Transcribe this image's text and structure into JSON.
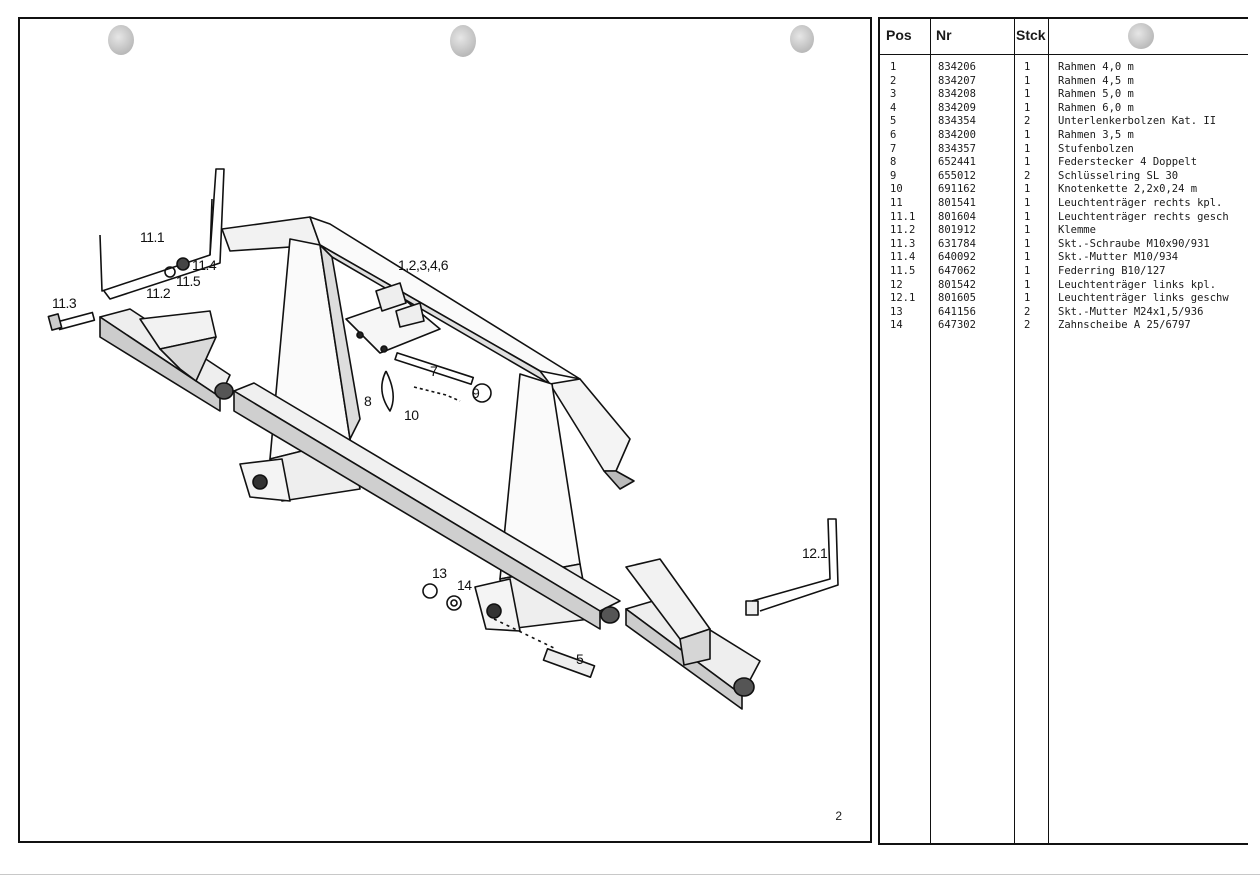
{
  "drawing": {
    "callouts": {
      "c1": "11.1",
      "c2": "11.4",
      "c3": "11.5",
      "c4": "11.2",
      "c5": "11.3",
      "c6": "1,2,3,4,6",
      "c7": "7",
      "c8": "9",
      "c9": "8",
      "c10": "10",
      "c11": "13",
      "c12": "14",
      "c13": "5",
      "c14": "12.1"
    },
    "page_number": "2"
  },
  "table": {
    "headers": {
      "pos": "Pos",
      "nr": "Nr",
      "stck": "Stck"
    },
    "rows": [
      {
        "pos": "1",
        "nr": "834206",
        "stck": "1",
        "desc": "Rahmen 4,0 m"
      },
      {
        "pos": "2",
        "nr": "834207",
        "stck": "1",
        "desc": "Rahmen 4,5 m"
      },
      {
        "pos": "3",
        "nr": "834208",
        "stck": "1",
        "desc": "Rahmen 5,0 m"
      },
      {
        "pos": "4",
        "nr": "834209",
        "stck": "1",
        "desc": "Rahmen 6,0 m"
      },
      {
        "pos": "5",
        "nr": "834354",
        "stck": "2",
        "desc": "Unterlenkerbolzen Kat. II"
      },
      {
        "pos": "6",
        "nr": "834200",
        "stck": "1",
        "desc": "Rahmen 3,5 m"
      },
      {
        "pos": "7",
        "nr": "834357",
        "stck": "1",
        "desc": "Stufenbolzen"
      },
      {
        "pos": "8",
        "nr": "652441",
        "stck": "1",
        "desc": "Federstecker 4 Doppelt"
      },
      {
        "pos": "9",
        "nr": "655012",
        "stck": "2",
        "desc": "Schlüsselring SL 30"
      },
      {
        "pos": "10",
        "nr": "691162",
        "stck": "1",
        "desc": "Knotenkette 2,2x0,24 m"
      },
      {
        "pos": "11",
        "nr": "801541",
        "stck": "1",
        "desc": "Leuchtenträger rechts kpl."
      },
      {
        "pos": "11.1",
        "nr": "801604",
        "stck": "1",
        "desc": "Leuchtenträger rechts gesch"
      },
      {
        "pos": "11.2",
        "nr": "801912",
        "stck": "1",
        "desc": "Klemme"
      },
      {
        "pos": "11.3",
        "nr": "631784",
        "stck": "1",
        "desc": "Skt.-Schraube M10x90/931"
      },
      {
        "pos": "11.4",
        "nr": "640092",
        "stck": "1",
        "desc": "Skt.-Mutter M10/934"
      },
      {
        "pos": "11.5",
        "nr": "647062",
        "stck": "1",
        "desc": "Federring B10/127"
      },
      {
        "pos": "12",
        "nr": "801542",
        "stck": "1",
        "desc": "Leuchtenträger links kpl."
      },
      {
        "pos": "12.1",
        "nr": "801605",
        "stck": "1",
        "desc": "Leuchtenträger links geschw"
      },
      {
        "pos": "13",
        "nr": "641156",
        "stck": "2",
        "desc": "Skt.-Mutter M24x1,5/936"
      },
      {
        "pos": "14",
        "nr": "647302",
        "stck": "2",
        "desc": "Zahnscheibe A 25/6797"
      }
    ]
  }
}
